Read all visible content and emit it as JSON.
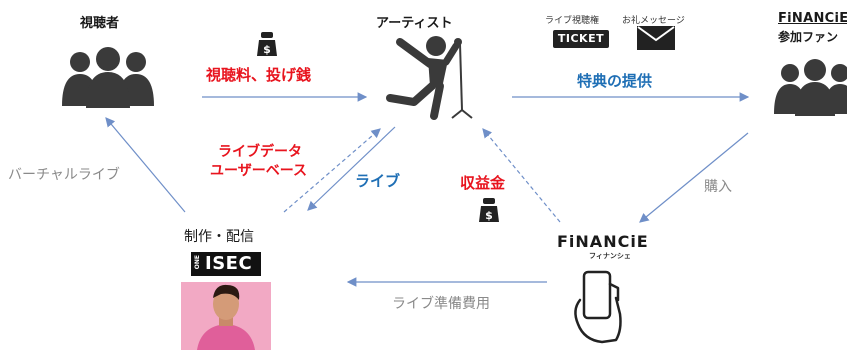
{
  "nodes": {
    "viewers": "視聴者",
    "artist": "アーティスト",
    "financie_fans_brand": "FiNANCiE",
    "financie_fans_label": "参加ファン",
    "production": "制作・配信",
    "isec_brand": "ISEC",
    "isec_prefix": "ONE",
    "financie_app_brand": "FiNANCiE",
    "financie_app_sub": "フィナンシェ"
  },
  "edges": {
    "fee_tip": "視聴料、投げ銭",
    "benefits": "特典の提供",
    "ticket_label": "ライブ視聴権",
    "ticket_text": "TICKET",
    "message_label": "お礼メッセージ",
    "virtual_live": "バーチャルライブ",
    "live_database_line1": "ライブデータ",
    "live_database_line2": "ユーザーベース",
    "live": "ライブ",
    "revenue": "収益金",
    "purchase": "購入",
    "prep_cost": "ライブ準備費用"
  },
  "colors": {
    "red": "#e8141e",
    "blue": "#1f6fb5",
    "arrow": "#6f8fc8",
    "gray": "#8a8a8a",
    "dark": "#1a1a1a"
  },
  "icons": [
    "people-icon",
    "singer-icon",
    "money-bag-icon",
    "ticket-icon",
    "envelope-icon",
    "phone-hand-icon",
    "person-photo"
  ]
}
